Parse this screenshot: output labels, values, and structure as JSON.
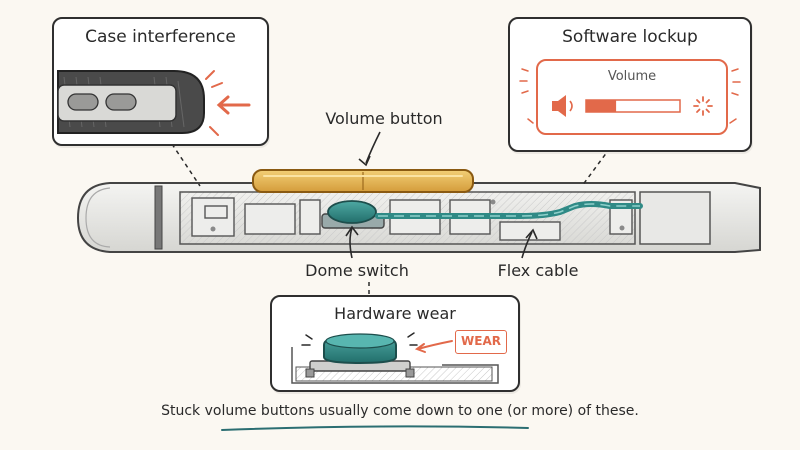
{
  "panels": {
    "case_interference": {
      "title": "Case interference"
    },
    "software_lockup": {
      "title": "Software lockup",
      "dialog_label": "Volume"
    },
    "hardware_wear": {
      "title": "Hardware wear",
      "wear_tag": "WEAR"
    }
  },
  "callouts": {
    "volume_button": "Volume button",
    "dome_switch": "Dome switch",
    "flex_cable": "Flex cable"
  },
  "caption": "Stuck volume buttons usually come down to one (or more) of these.",
  "colors": {
    "accent_orange": "#e2694a",
    "button_gold": "#e6b34f",
    "switch_teal": "#2f8a86",
    "ink": "#2f2f2f",
    "underline_teal": "#2b6e72"
  },
  "software_volume_level": 0.32
}
